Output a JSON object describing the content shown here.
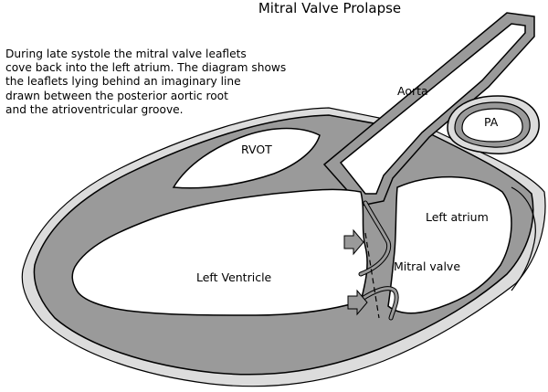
{
  "title": "Mitral Valve Prolapse",
  "description_lines": [
    "During late systole the mitral valve leaflets",
    "cove back into the left atrium. The diagram shows",
    "the leaflets lying behind an imaginary line",
    "drawn between the posterior aortic root",
    "and the atrioventricular groove."
  ],
  "labels": {
    "aorta": "Aorta",
    "pa": "PA",
    "rvot": "RVOT",
    "left_atrium": "Left atrium",
    "mitral_valve": "Mitral valve",
    "left_ventricle": "Left Ventricle"
  },
  "colors": {
    "wall": "#9a9a9a",
    "outer_shadow": "#dcdcdc",
    "cavity": "#ffffff",
    "outline": "#000000"
  }
}
